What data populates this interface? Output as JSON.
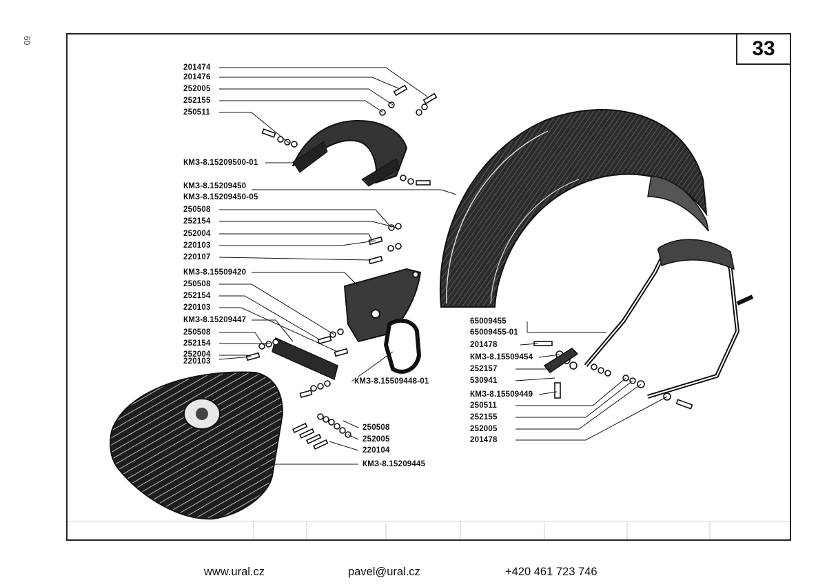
{
  "page": {
    "number": "33",
    "side_number": "60"
  },
  "labels_left": [
    "201474",
    "201476",
    "252005",
    "252155",
    "250511",
    "КМЗ-8.15209500-01",
    "КМЗ-8.15209450",
    "КМЗ-8.15209450-05",
    "250508",
    "252154",
    "252004",
    "220103",
    "220107",
    "КМЗ-8.15509420",
    "250508",
    "252154",
    "220103",
    "КМЗ-8.15209447",
    "250508",
    "252154",
    "252004",
    "220103"
  ],
  "labels_mid": [
    "КМЗ-8.15509448-01",
    "250508",
    "252005",
    "220104",
    "КМЗ-8.15209445"
  ],
  "labels_right": [
    "65009455",
    "65009455-01",
    "201478",
    "КМЗ-8.15509454",
    "252157",
    "530941",
    "КМЗ-8.15509449",
    "250511",
    "252155",
    "252005",
    "201478"
  ],
  "footer": {
    "website": "www.ural.cz",
    "email": "pavel@ural.cz",
    "phone": "+420 461 723 746"
  },
  "colors": {
    "ink": "#1a1a1a",
    "paper": "#ffffff",
    "shade": "#3a3a3a"
  }
}
